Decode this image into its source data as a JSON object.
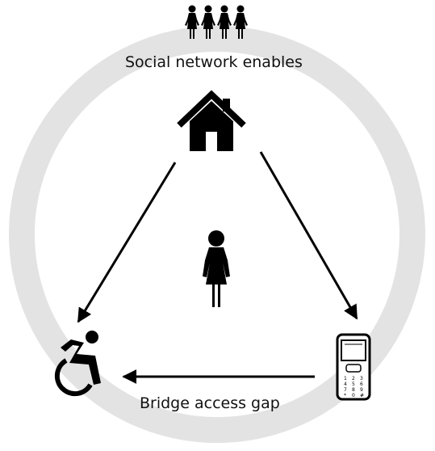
{
  "labels": {
    "top": "Social network enables",
    "bottom": "Bridge access gap"
  },
  "icons": [
    "crowd-icon",
    "house-icon",
    "person-icon",
    "wheelchair-icon",
    "mobile-phone-icon"
  ],
  "phone_keys": [
    "1",
    "2",
    "3",
    "4",
    "5",
    "6",
    "7",
    "8",
    "9",
    "*",
    "0",
    "#"
  ],
  "colors": {
    "ring": "#e3e3e3",
    "ink": "#000000",
    "text": "#111111",
    "background": "#ffffff"
  }
}
